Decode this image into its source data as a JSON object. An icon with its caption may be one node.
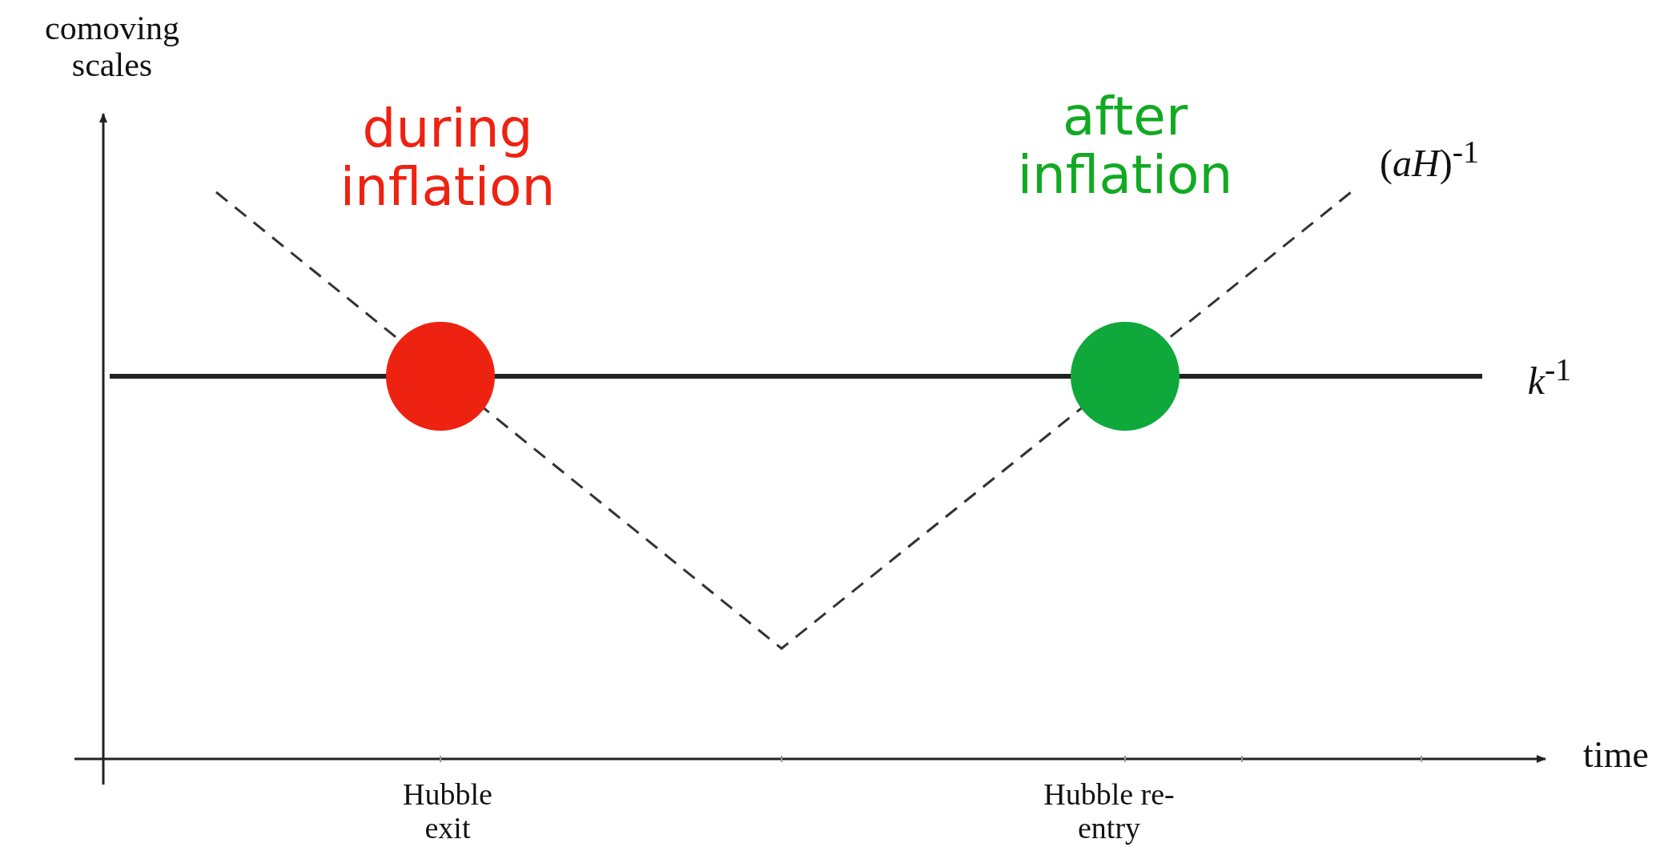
{
  "diagram": {
    "nodes": [
      {
        "text": [],
        "shape": "circle"
      },
      {
        "text": [],
        "shape": "circle"
      }
    ],
    "labels": [
      "comoving scales",
      "during inflation",
      "after inflation",
      "(*aH*)$^{-1}$",
      "*k*$^{-1}$",
      "time",
      "Hubble exit",
      "Hubble re-entry"
    ]
  }
}
